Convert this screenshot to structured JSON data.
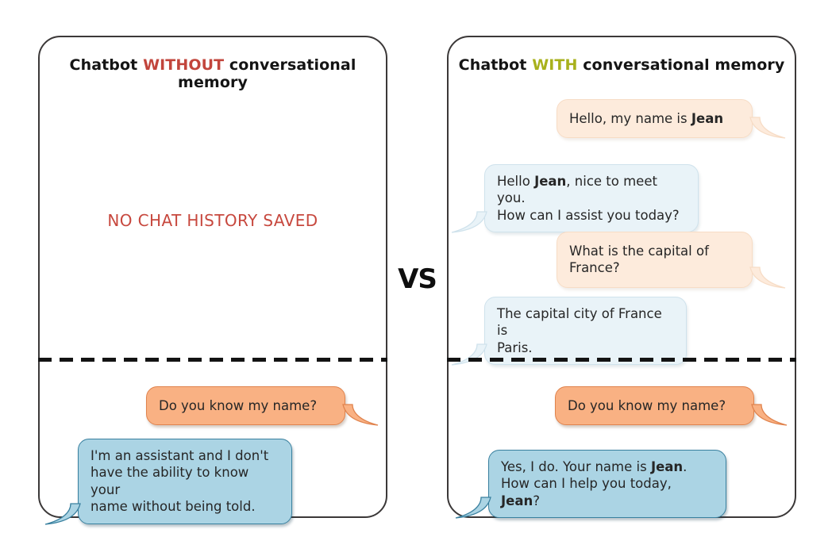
{
  "vs_label": "VS",
  "colors": {
    "accent_red": "#c2453c",
    "accent_olive": "#a8b11c",
    "panel_border": "#3b3838",
    "user_strong_fill": "#f9b183",
    "user_strong_border": "#e0834d",
    "bot_strong_fill": "#abd4e4",
    "bot_strong_border": "#39809f",
    "user_light_fill": "#fdebdc",
    "bot_light_fill": "#e9f3f8"
  },
  "left_panel": {
    "title": {
      "prefix": "Chatbot ",
      "accent": "WITHOUT",
      "suffix": " conversational memory"
    },
    "empty_state": "NO CHAT HISTORY SAVED",
    "messages": [
      {
        "role": "user",
        "style": "strong",
        "text": "Do you know my name?"
      },
      {
        "role": "bot",
        "style": "strong",
        "text": "I'm an assistant and I don't\nhave the ability to know your\nname without being told."
      }
    ]
  },
  "right_panel": {
    "title": {
      "prefix": "Chatbot ",
      "accent": "WITH",
      "suffix": " conversational memory"
    },
    "messages": [
      {
        "role": "user",
        "style": "light",
        "text": "Hello, my name is **Jean**"
      },
      {
        "role": "bot",
        "style": "light",
        "text": "Hello **Jean**, nice to meet you.\nHow can I assist you today?"
      },
      {
        "role": "user",
        "style": "light",
        "text": "What is the capital of France?"
      },
      {
        "role": "bot",
        "style": "light",
        "text": "The capital city of France is\nParis."
      },
      {
        "role": "user",
        "style": "strong",
        "text": "Do you know my name?"
      },
      {
        "role": "bot",
        "style": "strong",
        "text": "Yes, I do. Your name is **Jean**.\nHow can I help you today, **Jean**?"
      }
    ]
  }
}
